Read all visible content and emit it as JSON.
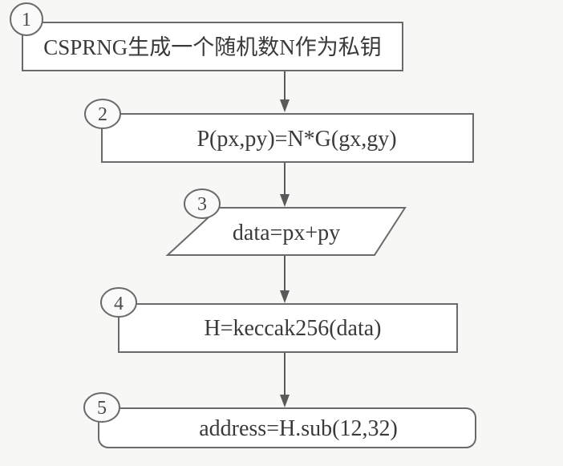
{
  "diagram": {
    "type": "flowchart",
    "steps": [
      {
        "number": "1",
        "shape": "rectangle",
        "label": "CSPRNG生成一个随机数N作为私钥"
      },
      {
        "number": "2",
        "shape": "rectangle",
        "label": "P(px,py)=N*G(gx,gy)"
      },
      {
        "number": "3",
        "shape": "parallelogram",
        "label": "data=px+py"
      },
      {
        "number": "4",
        "shape": "rectangle",
        "label": "H=keccak256(data)"
      },
      {
        "number": "5",
        "shape": "rounded-rectangle",
        "label": "address=H.sub(12,32)"
      }
    ],
    "edges": [
      {
        "from": "1",
        "to": "2"
      },
      {
        "from": "2",
        "to": "3"
      },
      {
        "from": "3",
        "to": "4"
      },
      {
        "from": "4",
        "to": "5"
      }
    ]
  }
}
